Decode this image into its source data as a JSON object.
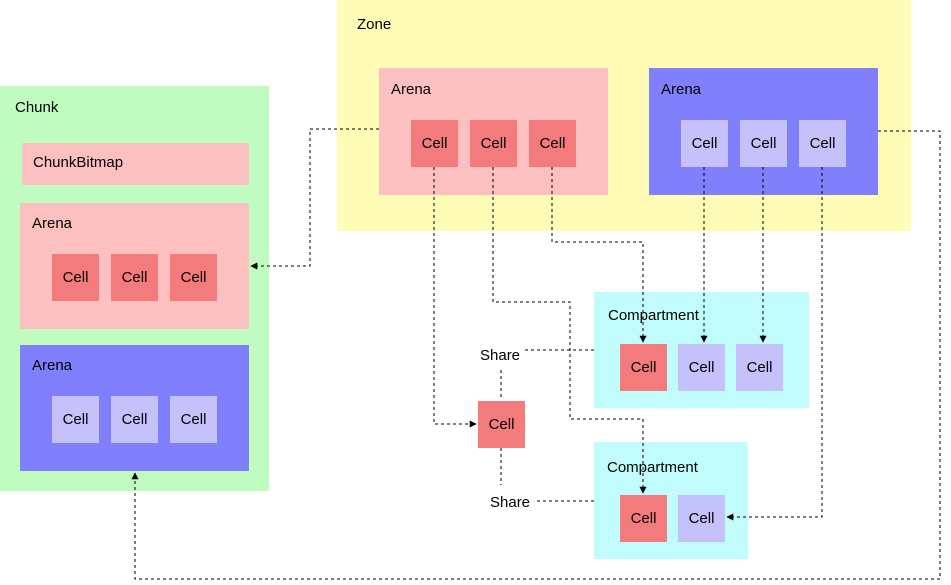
{
  "colors": {
    "zone": "#fefcb7",
    "chunk": "#c0fcc0",
    "red_arena": "#fdc0c0",
    "blue_arena": "#8080fc",
    "red_cell": "#f47b7b",
    "blue_cell": "#c4c1fb",
    "compartment": "#c0fcfc",
    "connector": "#000000"
  },
  "zone": {
    "label": "Zone",
    "red_arena": {
      "label": "Arena",
      "cells": [
        "Cell",
        "Cell",
        "Cell"
      ]
    },
    "blue_arena": {
      "label": "Arena",
      "cells": [
        "Cell",
        "Cell",
        "Cell"
      ]
    }
  },
  "chunk": {
    "label": "Chunk",
    "bitmap": "ChunkBitmap",
    "red_arena": {
      "label": "Arena",
      "cells": [
        "Cell",
        "Cell",
        "Cell"
      ]
    },
    "blue_arena": {
      "label": "Arena",
      "cells": [
        "Cell",
        "Cell",
        "Cell"
      ]
    }
  },
  "compartment_1": {
    "label": "Compartment",
    "cells": [
      "Cell",
      "Cell",
      "Cell"
    ]
  },
  "compartment_2": {
    "label": "Compartment",
    "cells": [
      "Cell",
      "Cell"
    ]
  },
  "shared_cell": "Cell",
  "share_labels": [
    "Share",
    "Share"
  ]
}
